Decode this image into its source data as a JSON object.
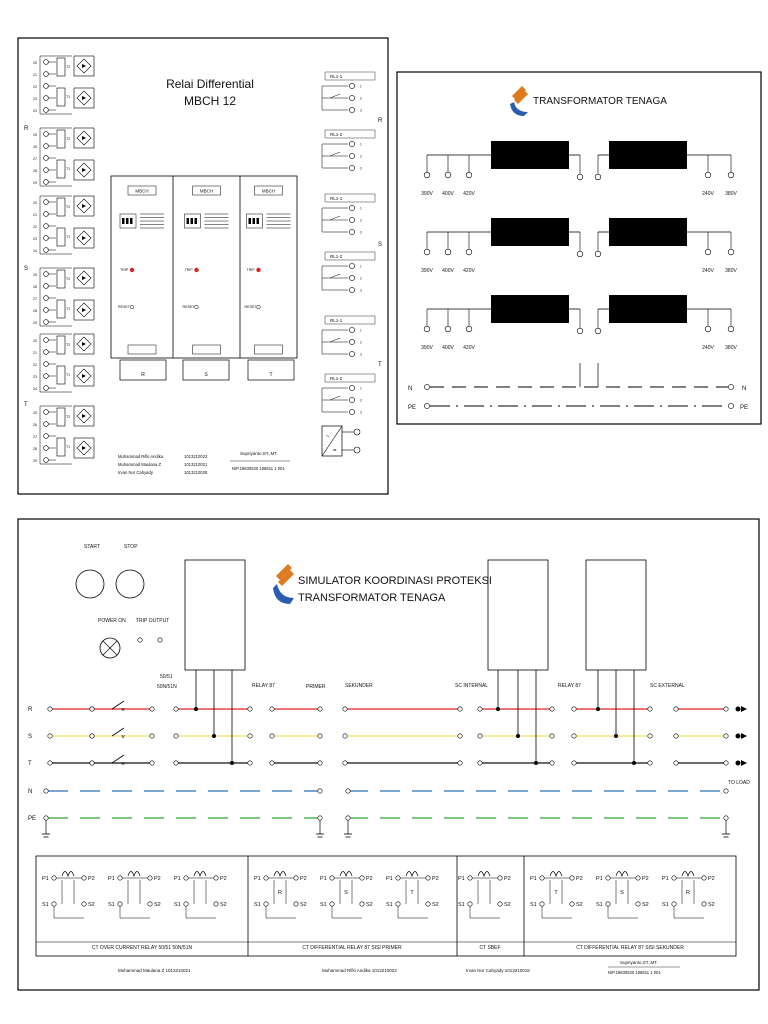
{
  "panel1": {
    "title_line1": "Relai Differential",
    "title_line2": "MBCH 12",
    "phase_r": "R",
    "phase_s": "S",
    "phase_t": "T",
    "relay_label": "MBCH",
    "trip_label": "TRIP",
    "reset_label": "RESET",
    "relay_sub_r": "R",
    "relay_sub_s": "S",
    "relay_sub_t": "T",
    "ct_labels": [
      "T2",
      "T1"
    ],
    "rl_labels": [
      "RL1-1",
      "RL1-2"
    ],
    "students": [
      {
        "name": "Muhammad Rifki Andika",
        "nim": "1013210022"
      },
      {
        "name": "Muhammad Maulana Z",
        "nim": "1013210021"
      },
      {
        "name": "Irvan Nur Cahyady",
        "nim": "1013210028"
      }
    ],
    "advisor_name": "Supriyanto,ST.,MT.",
    "advisor_nip": "NIP.19830520 198811 1 001"
  },
  "panel2": {
    "title": "TRANSFORMATOR TENAGA",
    "primary_taps": [
      "390V",
      "400V",
      "420V"
    ],
    "secondary_taps": [
      "240V",
      "380V"
    ],
    "neutral": "N",
    "earth": "PE",
    "colors": {
      "core": "#000000"
    }
  },
  "panel3": {
    "title_line1": "SIMULATOR KOORDINASI PROTEKSI",
    "title_line2": "TRANSFORMATOR TENAGA",
    "start": "START",
    "stop": "STOP",
    "power_on": "POWER ON",
    "trip_output": "TRIP OUTPUT",
    "relay_5051_a": "50/51",
    "relay_5051_b": "50N/51N",
    "relay87_1": "RELAY 87",
    "primer": "PRIMER",
    "sekunder": "SEKUNDER",
    "sc_internal": "SC INTERNAL",
    "relay87_2": "RELAY 87",
    "sc_external": "SC EXTERNAL",
    "to_load": "TO LOAD",
    "lines": [
      {
        "label": "R",
        "color": "#e02020"
      },
      {
        "label": "S",
        "color": "#f0e060"
      },
      {
        "label": "T",
        "color": "#111111"
      },
      {
        "label": "N",
        "color": "#2a6fb8"
      },
      {
        "label": "PE",
        "color": "#2aa83a"
      }
    ],
    "ct_p1": "P1",
    "ct_p2": "P2",
    "ct_s1": "S1",
    "ct_s2": "S2",
    "ct_phase_primer": [
      "R",
      "S",
      "T"
    ],
    "ct_phase_sekunder": [
      "T",
      "S",
      "R"
    ],
    "sections": [
      "CT OVER CURRENT RELAY 50/51 50N/51N",
      "CT DIFFERENTIAL RELAY 87 SISI PRIMER",
      "CT SBEF",
      "CT DIFFERENTIAL RELAY 87 SISI SEKUNDER"
    ],
    "footer_1": "Muhammad Maulana Z  1013210021",
    "footer_2": "Muhammad Rifki Andika  1013210022",
    "footer_3": "Irvan Nur Cahyady  1013210018",
    "advisor_name": "Supriyanto,ST.,MT.",
    "advisor_nip": "NIP.19830520 198811 1 001"
  }
}
